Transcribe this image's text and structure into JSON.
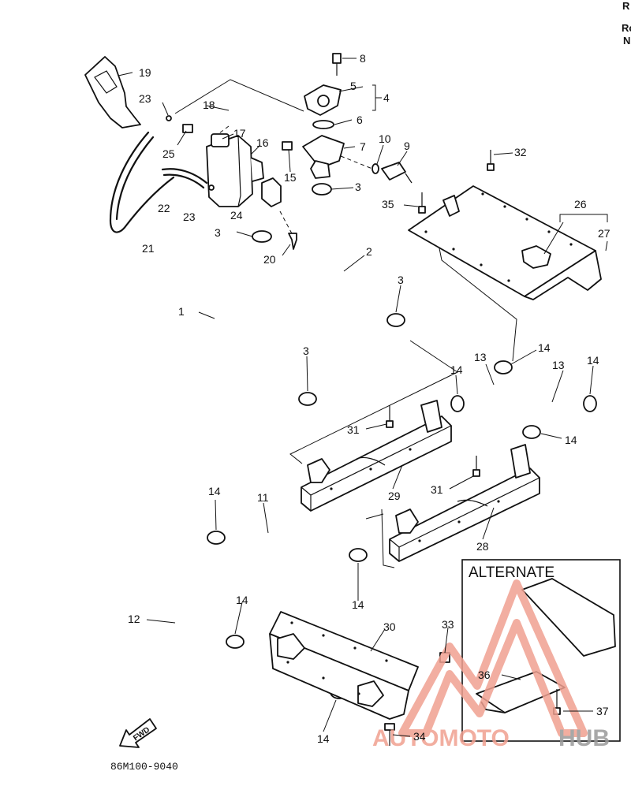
{
  "corner_text": [
    "R",
    "Rc",
    "N"
  ],
  "callouts": {
    "p1": "1",
    "p2": "2",
    "p3a": "3",
    "p3b": "3",
    "p3c": "3",
    "p3d": "3",
    "p4": "4",
    "p5": "5",
    "p6": "6",
    "p7": "7",
    "p8": "8",
    "p9": "9",
    "p10": "10",
    "p11": "11",
    "p12": "12",
    "p13a": "13",
    "p13b": "13",
    "p14a": "14",
    "p14b": "14",
    "p14c": "14",
    "p14d": "14",
    "p14e": "14",
    "p14f": "14",
    "p14g": "14",
    "p14h": "14",
    "p15": "15",
    "p16": "16",
    "p17": "17",
    "p18": "18",
    "p19": "19",
    "p20": "20",
    "p21": "21",
    "p22": "22",
    "p23a": "23",
    "p23b": "23",
    "p24": "24",
    "p25": "25",
    "p26": "26",
    "p27": "27",
    "p28": "28",
    "p29": "29",
    "p30": "30",
    "p31a": "31",
    "p31b": "31",
    "p32": "32",
    "p33": "33",
    "p34": "34",
    "p35": "35",
    "p36": "36",
    "p37": "37"
  },
  "alternate_label": "ALTERNATE",
  "direction_label": "FWD",
  "drawing_number": "86M100-9040",
  "watermark": {
    "part_a": "AUTOMOTO",
    "part_b": "HUB",
    "color_red": "#f0a090",
    "color_grey": "#9a9a9a"
  }
}
